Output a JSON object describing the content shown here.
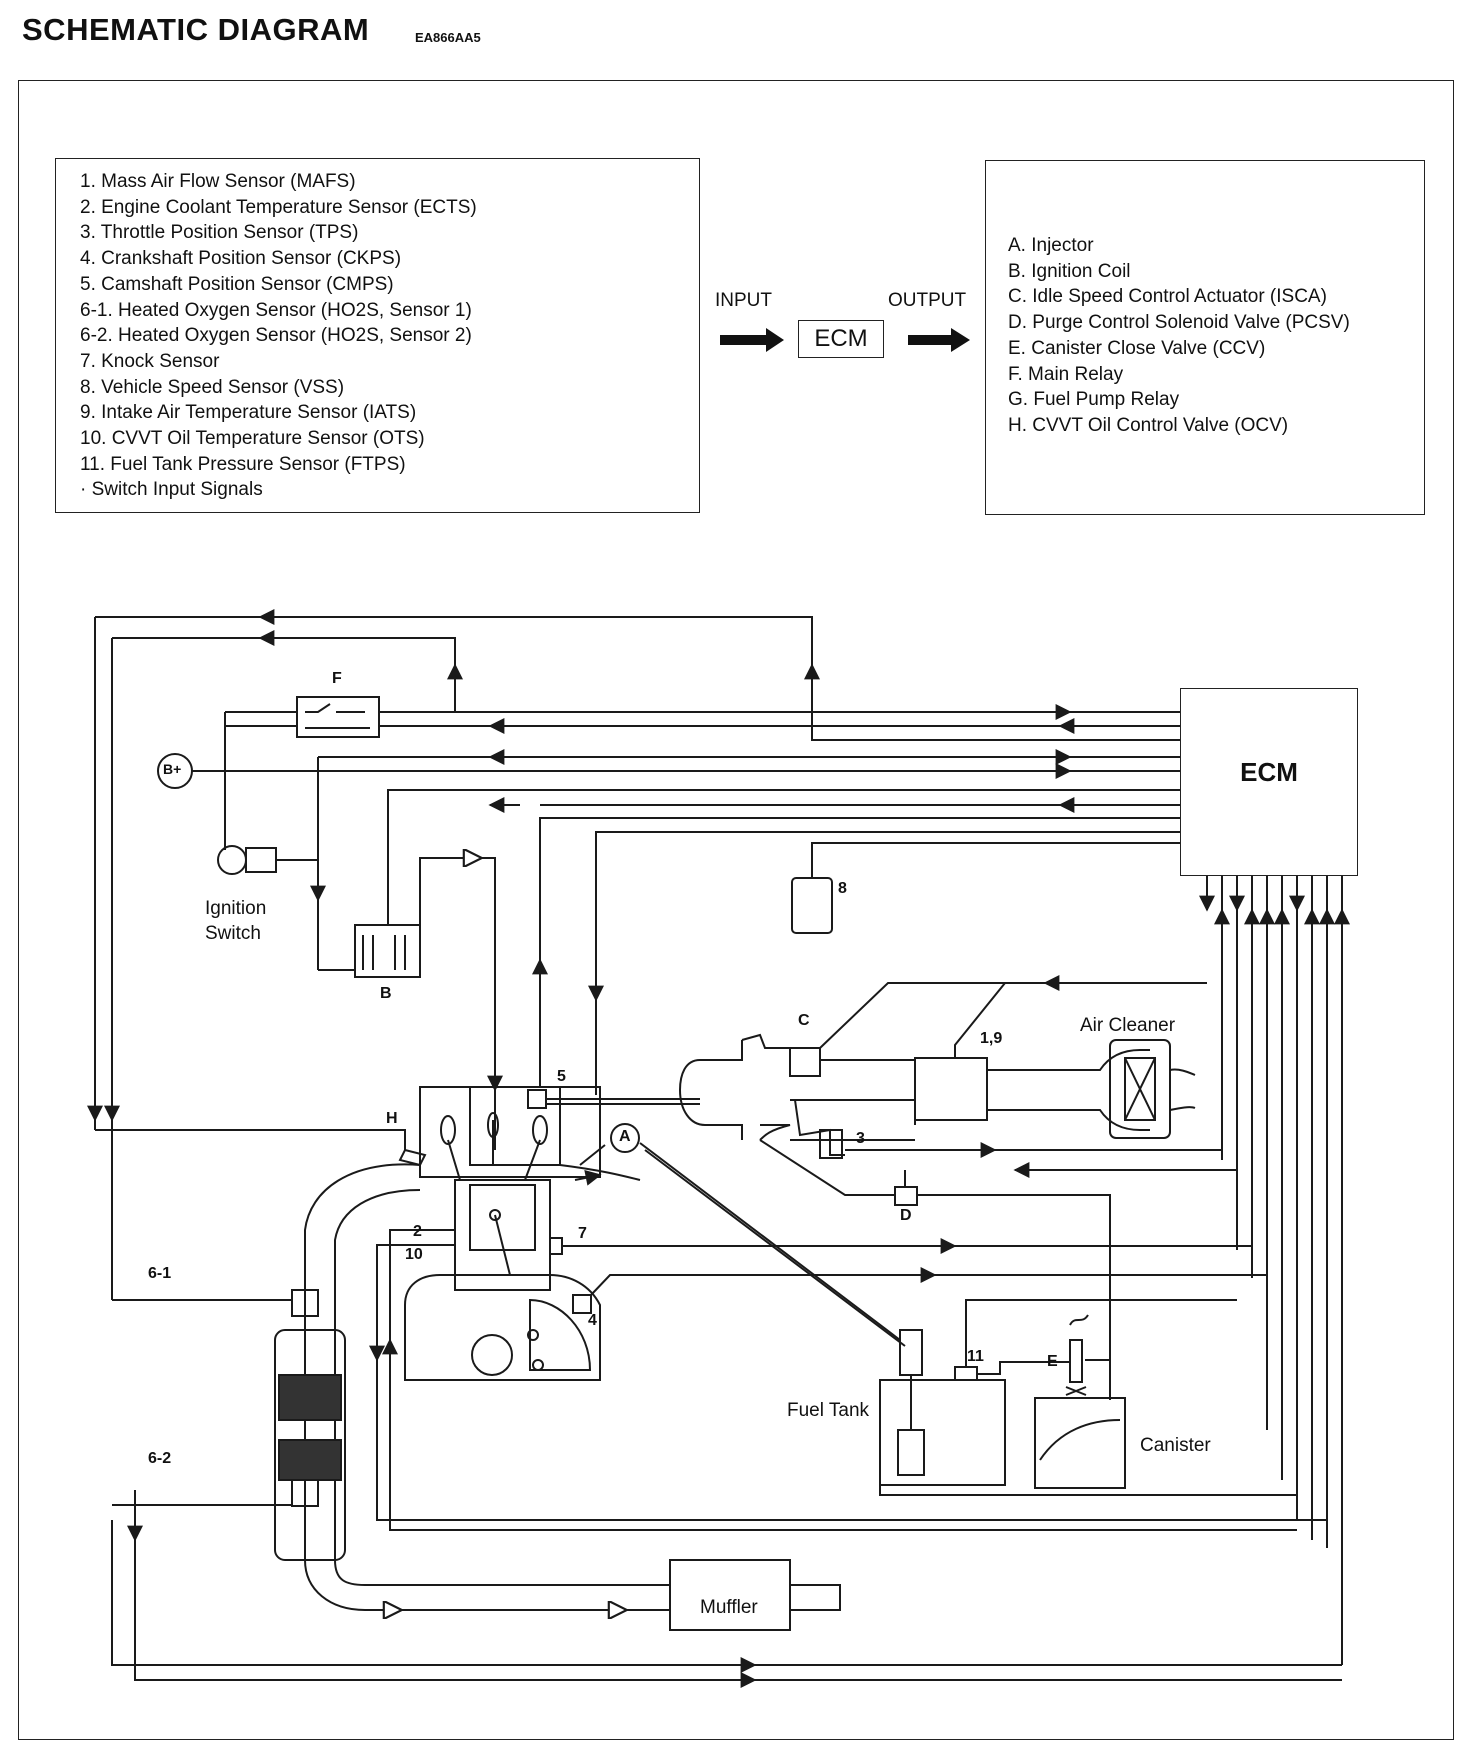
{
  "header": {
    "title": "SCHEMATIC DIAGRAM",
    "code": "EA866AA5"
  },
  "inputs": [
    "1. Mass Air Flow Sensor (MAFS)",
    "2. Engine Coolant Temperature Sensor (ECTS)",
    "3. Throttle Position Sensor (TPS)",
    "4. Crankshaft Position Sensor (CKPS)",
    "5. Camshaft Position Sensor (CMPS)",
    "6-1. Heated Oxygen Sensor (HO2S, Sensor 1)",
    "6-2. Heated Oxygen Sensor (HO2S, Sensor 2)",
    "7. Knock Sensor",
    "8. Vehicle Speed Sensor (VSS)",
    "9. Intake Air Temperature Sensor (IATS)",
    "10. CVVT Oil Temperature Sensor (OTS)",
    "11. Fuel Tank Pressure Sensor (FTPS)",
    "· Switch Input Signals"
  ],
  "outputs": [
    "A. Injector",
    "B. Ignition Coil",
    "C. Idle Speed Control Actuator (ISCA)",
    "D. Purge Control Solenoid Valve (PCSV)",
    "E. Canister Close Valve (CCV)",
    "F.  Main Relay",
    "G. Fuel Pump Relay",
    "H. CVVT Oil Control Valve (OCV)"
  ],
  "flow": {
    "input_label": "INPUT",
    "output_label": "OUTPUT",
    "ecm_label": "ECM"
  },
  "diagram": {
    "ecm": "ECM",
    "battery": "B+",
    "ignition_switch": [
      "Ignition",
      "Switch"
    ],
    "air_cleaner": "Air Cleaner",
    "fuel_tank": "Fuel Tank",
    "canister": "Canister",
    "muffler": "Muffler",
    "tags": {
      "F": "F",
      "B": "B",
      "H": "H",
      "A": "A",
      "C": "C",
      "D": "D",
      "E": "E",
      "s2": "2",
      "s3": "3",
      "s4": "4",
      "s5": "5",
      "s7": "7",
      "s8": "8",
      "s10": "10",
      "s11": "11",
      "s19": "1,9",
      "s61": "6-1",
      "s62": "6-2"
    }
  },
  "colors": {
    "line": "#1a1a1a",
    "background": "#ffffff"
  }
}
